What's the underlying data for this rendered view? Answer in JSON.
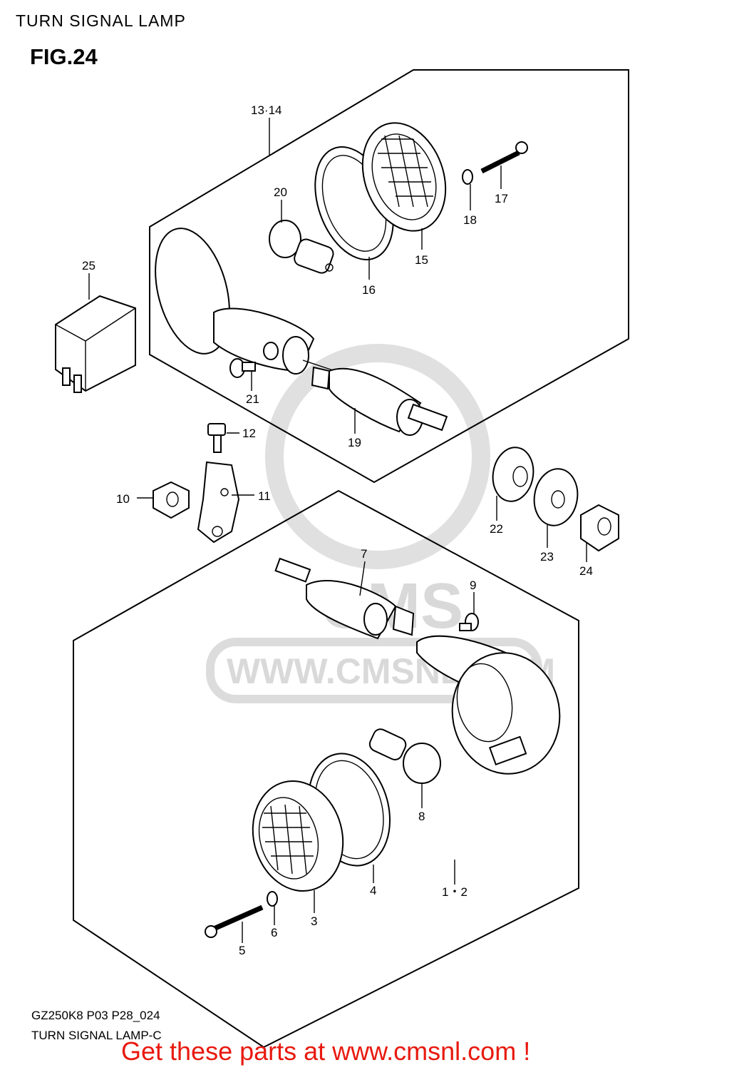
{
  "header": {
    "title": "TURN SIGNAL LAMP",
    "figure": "FIG.24"
  },
  "callouts": {
    "c13_14": "13·14",
    "c20": "20",
    "c16": "16",
    "c15": "15",
    "c17": "17",
    "c18": "18",
    "c25": "25",
    "c21": "21",
    "c19": "19",
    "c12": "12",
    "c10": "10",
    "c11": "11",
    "c22": "22",
    "c23": "23",
    "c24": "24",
    "c7": "7",
    "c9": "9",
    "c8": "8",
    "c4": "4",
    "c1_2": "1・2",
    "c3": "3",
    "c6": "6",
    "c5": "5"
  },
  "watermark": {
    "site": "WWW.CMSNL.COM",
    "brand": "CMS"
  },
  "footer": {
    "code": "GZ250K8 P03 P28_024",
    "subtitle": "TURN SIGNAL LAMP-C",
    "cta": "Get these parts at www.cmsnl.com !"
  },
  "colors": {
    "cta": "#e8190f",
    "watermark": "#d9d9d9",
    "ink": "#000000"
  }
}
